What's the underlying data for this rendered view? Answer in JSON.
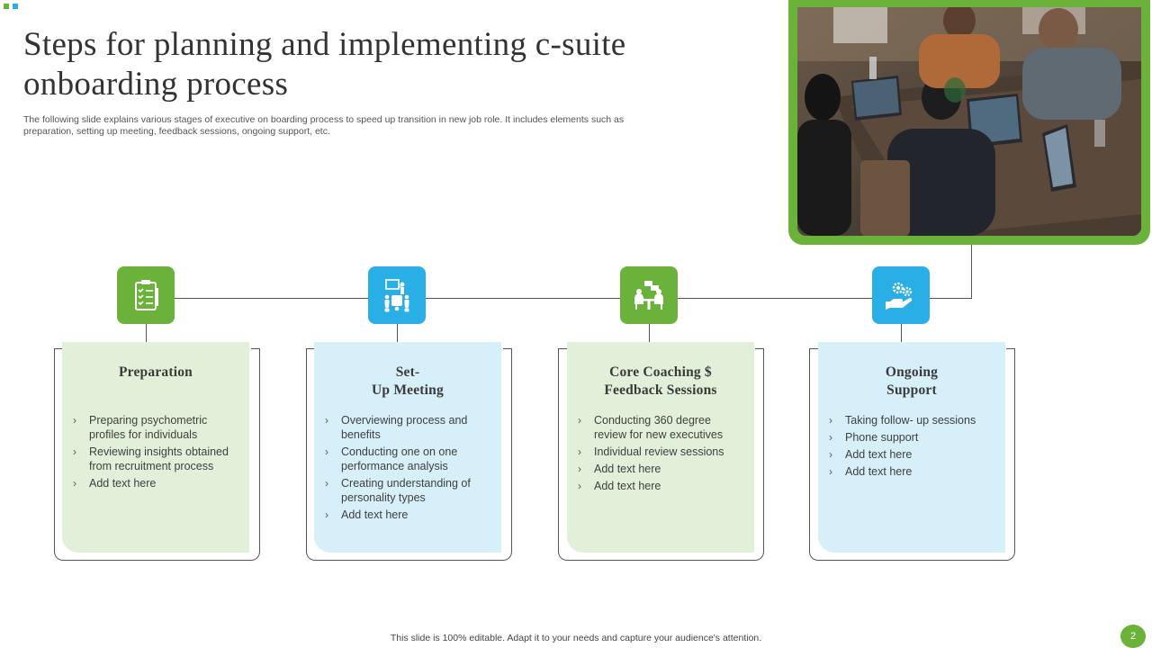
{
  "slide": {
    "title": "Steps for planning and implementing c-suite onboarding process",
    "subtitle": "The following slide explains various stages of executive on boarding process to speed up transition in new job role. It includes elements such as preparation, setting up meeting,  feedback sessions, ongoing support, etc.",
    "footer": "This slide is 100% editable.  Adapt it to your needs and capture your audience's attention.",
    "page_number": "2"
  },
  "colors": {
    "green": "#6bb23b",
    "blue": "#29aee6",
    "light_green": "#e2f0d9",
    "light_blue": "#d6eff8"
  },
  "photo": {
    "icon": "team-meeting-photo"
  },
  "steps": [
    {
      "title": "Preparation",
      "icon": "clipboard-checklist-icon",
      "tone": "green",
      "items": [
        "Preparing psychometric profiles for individuals",
        "Reviewing  insights obtained from recruitment process",
        "Add text here"
      ]
    },
    {
      "title": "Set-\nUp Meeting",
      "icon": "presentation-meeting-icon",
      "tone": "blue",
      "items": [
        "Overviewing  process and benefits",
        "Conducting one on one performance  analysis",
        "Creating  understanding of personality types",
        "Add text here"
      ]
    },
    {
      "title": "Core Coaching $\nFeedback Sessions",
      "icon": "coaching-discussion-icon",
      "tone": "green",
      "items": [
        "Conducting 360 degree review  for new executives",
        "Individual  review  sessions",
        "Add text here",
        "Add text here"
      ]
    },
    {
      "title": "Ongoing\nSupport",
      "icon": "hand-gears-support-icon",
      "tone": "blue",
      "items": [
        "Taking follow-  up sessions",
        "Phone support",
        "Add text here",
        "Add text here"
      ]
    }
  ]
}
